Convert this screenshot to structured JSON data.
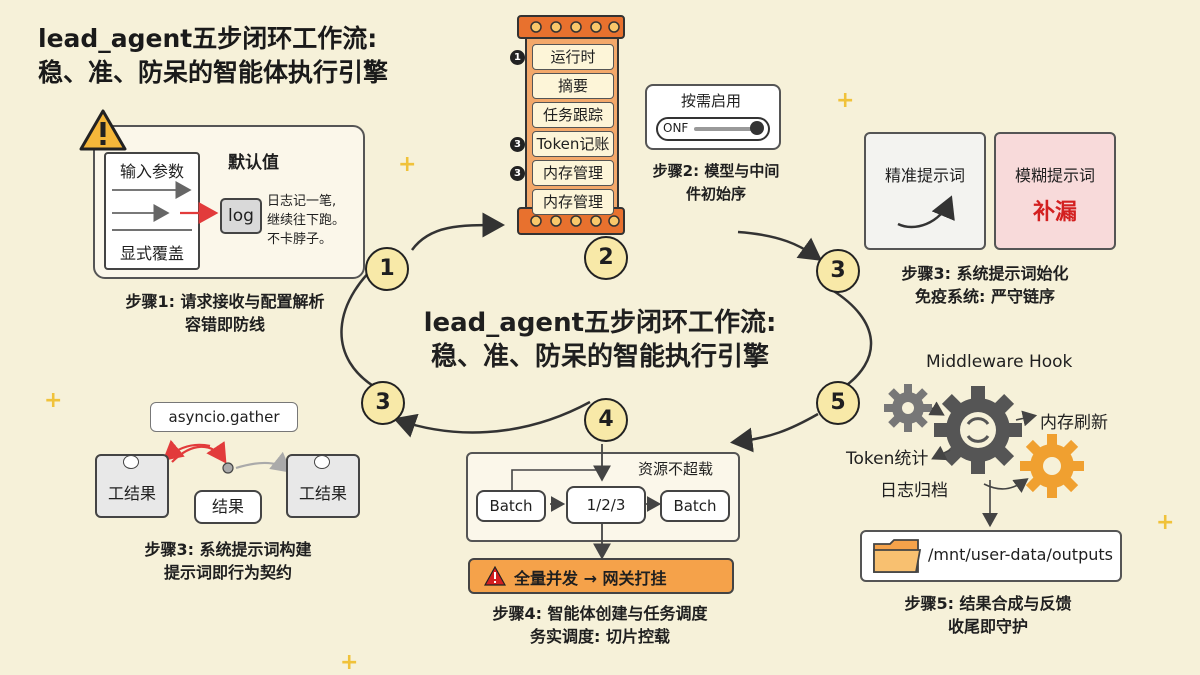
{
  "title": {
    "line1": "lead_agent五步闭环工作流:",
    "line2": "稳、准、防呆的智能体执行引擎"
  },
  "center": {
    "line1": "lead_agent五步闭环工作流:",
    "line2": "稳、准、防呆的智能执行引擎"
  },
  "step1": {
    "number": "1",
    "default_label": "默认值",
    "input_params": "输入参数",
    "explicit_override": "显式覆盖",
    "log_label": "log",
    "note": [
      "日志记一笔,",
      "继续往下跑。",
      "不卡脖子。"
    ],
    "caption": [
      "步骤1: 请求接收与配置解析",
      "容错即防线"
    ]
  },
  "step2": {
    "number": "2",
    "tower_items": [
      {
        "badge": "1",
        "label": "运行时"
      },
      {
        "badge": "",
        "label": "摘要"
      },
      {
        "badge": "",
        "label": "任务跟踪"
      },
      {
        "badge": "3",
        "label": "Token记账"
      },
      {
        "badge": "3",
        "label": "内存管理"
      },
      {
        "badge": "",
        "label": "内存管理"
      }
    ],
    "toggle_title": "按需启用",
    "toggle_state": "ONF",
    "caption": [
      "步骤2: 模型与中间",
      "件初始序"
    ]
  },
  "step3_prompt": {
    "number": "3",
    "precise": "精准提示词",
    "fuzzy": "模糊提示词",
    "patch": "补漏",
    "caption": [
      "步骤3: 系统提示词始化",
      "免疫系统: 严守链序"
    ]
  },
  "step3_build": {
    "number": "3",
    "gather": "asyncio.gather",
    "left_file": "工结果",
    "middle": "结果",
    "right_file": "工结果",
    "caption": [
      "步骤3: 系统提示词构建",
      "提示词即行为契约"
    ]
  },
  "step4": {
    "number": "4",
    "resource": "资源不超载",
    "batch_left": "Batch",
    "slices": "1/2/3",
    "batch_right": "Batch",
    "warning": "全量并发 → 网关打挂",
    "caption": [
      "步骤4: 智能体创建与任务调度",
      "务实调度: 切片控载"
    ]
  },
  "step5": {
    "number": "5",
    "hook_title": "Middleware Hook",
    "memory_refresh": "内存刷新",
    "token_stats": "Token统计",
    "log_archive": "日志归档",
    "path": "/mnt/user-data/outputs",
    "caption": [
      "步骤5: 结果合成与反馈",
      "收尾即守护"
    ]
  },
  "colors": {
    "background": "#f6f1d9",
    "accent_yellow": "#f8e9a8",
    "brick": "#e8712e",
    "warning_orange": "#f5a24a",
    "patch_red": "#d32020",
    "arrow_red": "#e23b3b"
  }
}
